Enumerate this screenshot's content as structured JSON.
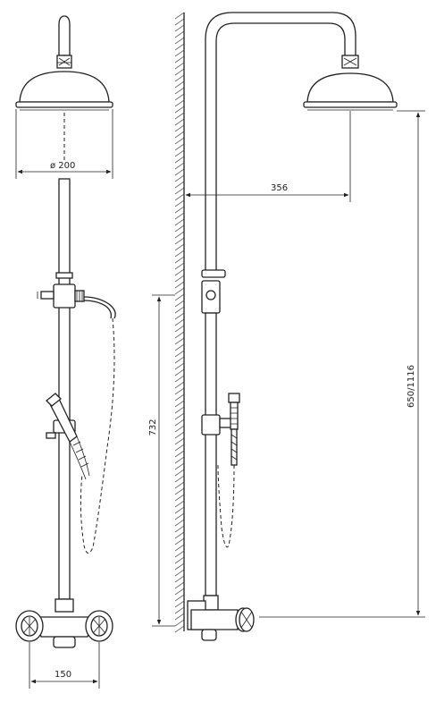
{
  "dimensions": {
    "head_diameter": "ø 200",
    "arm_reach": "356",
    "bar_height": "732",
    "total_height": "650/1116",
    "mixer_width": "150"
  },
  "icons": {
    "shower_head": "shower-head-icon",
    "hand_shower": "hand-shower-icon",
    "mixer": "mixer-icon",
    "wall": "wall-hatch-icon"
  }
}
